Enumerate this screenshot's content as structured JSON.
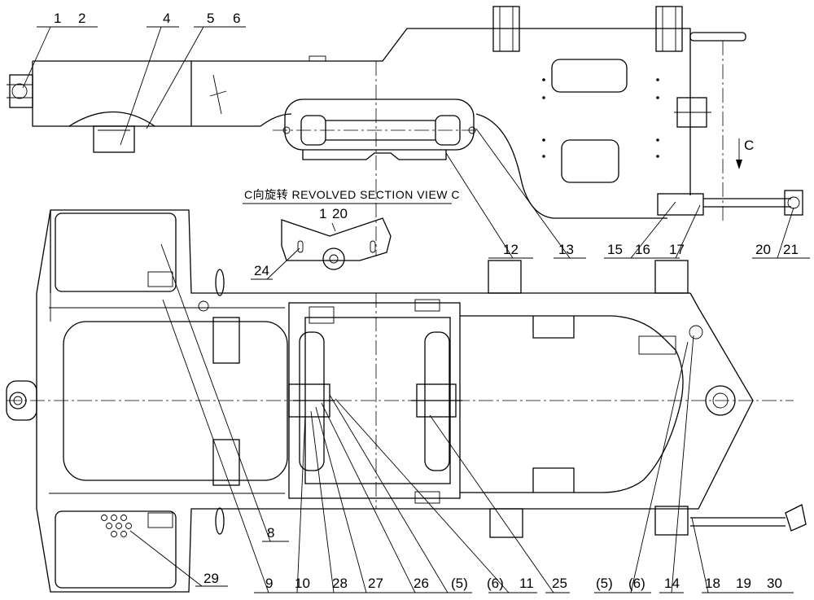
{
  "caption": "C向旋转 REVOLVED SECTION VIEW C",
  "view_arrow": "C",
  "labels": {
    "l1": "1",
    "l2": "2",
    "l4": "4",
    "l5": "5",
    "l6": "6",
    "l12": "12",
    "l13": "13",
    "l15": "15",
    "l16": "16",
    "l17": "17",
    "l20": "20",
    "l21": "21",
    "sec1": "1",
    "sec20": "20",
    "l24": "24",
    "l8": "8",
    "l29": "29",
    "l9": "9",
    "l10": "10",
    "l28": "28",
    "l27": "27",
    "l26": "26",
    "b5a": "(5)",
    "b6a": "(6)",
    "l11": "11",
    "l25": "25",
    "b5b": "(5)",
    "b6b": "(6)",
    "l14": "14",
    "l18": "18",
    "l19": "19",
    "l30": "30"
  }
}
